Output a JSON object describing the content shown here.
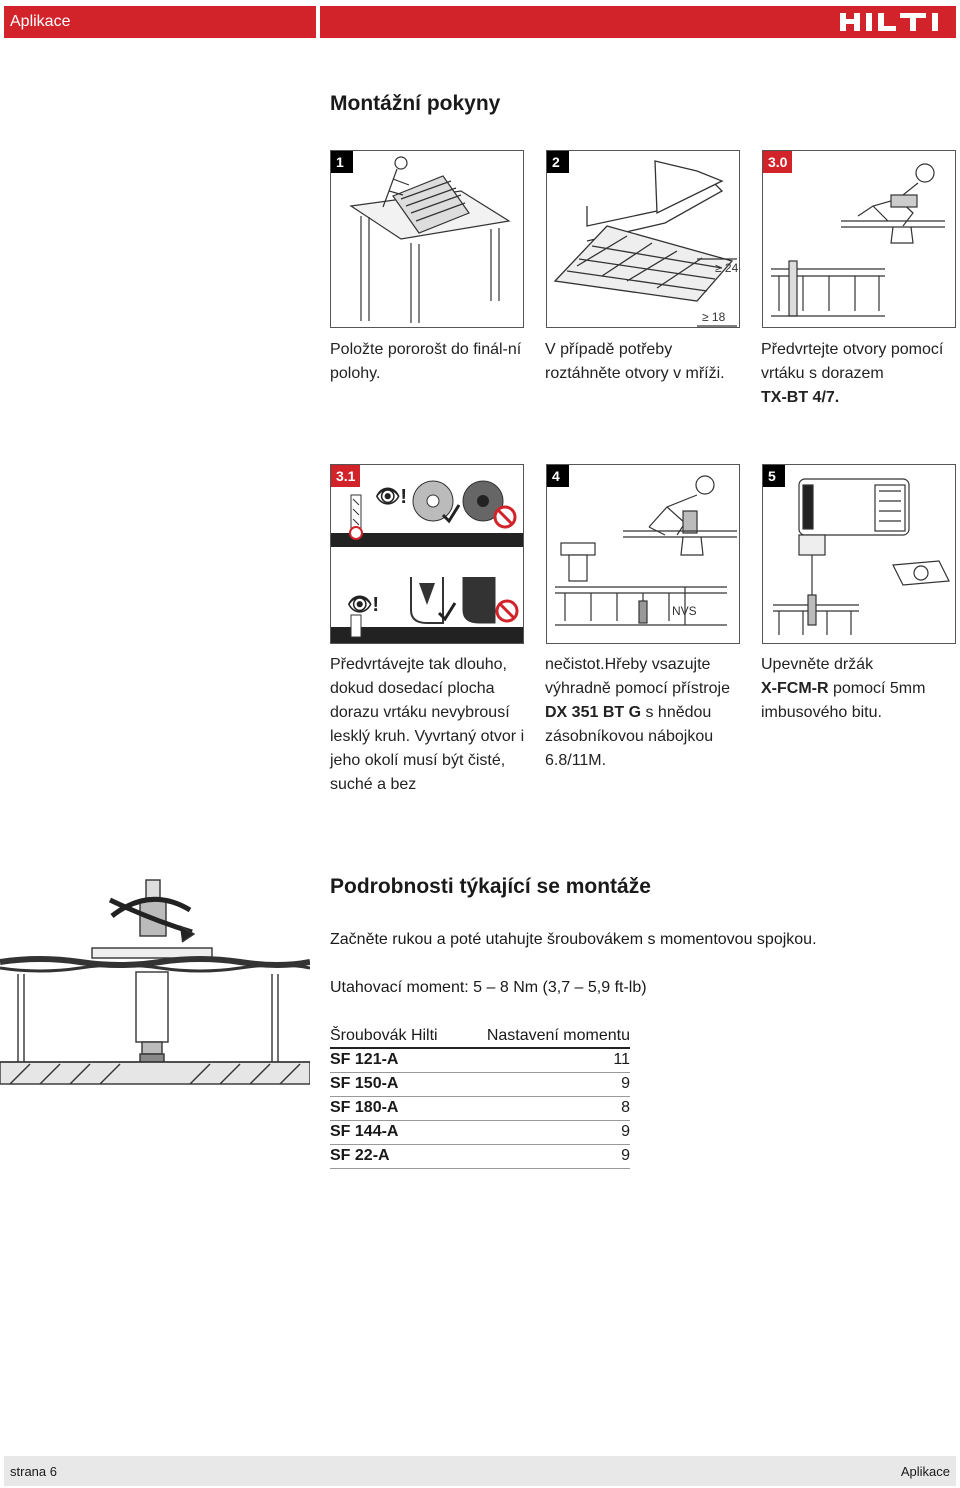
{
  "header": {
    "section": "Aplikace",
    "brand": "HILTI"
  },
  "montage": {
    "title": "Montážní pokyny",
    "steps": [
      {
        "num": "1",
        "caption": "Položte pororošt do finál-ní polohy."
      },
      {
        "num": "2",
        "caption": "V případě potřeby roztáhněte otvory v mříži.",
        "dim1": "≥ 24",
        "dim2": "≥ 18"
      },
      {
        "num": "3.0",
        "caption_a": "Předvrtejte otvory pomocí vrtáku s dorazem",
        "caption_b": "TX-BT 4/7."
      },
      {
        "num": "3.1",
        "caption": "Předvrtávejte tak dlouho, dokud dosedací plocha dorazu vrtáku nevybrousí lesklý kruh. Vyvrtaný otvor i jeho okolí musí být čisté, suché a bez"
      },
      {
        "num": "4",
        "caption_a": "nečistot.Hřeby vsazujte výhradně pomocí přístroje",
        "caption_b": "DX 351 BT G",
        "caption_c": " s hnědou zásobníkovou nábojkou 6.8/11M.",
        "nvs": "NVS"
      },
      {
        "num": "5",
        "caption_a": "Upevněte držák",
        "caption_b": "X-FCM-R",
        "caption_c": " pomocí 5mm imbusového bitu."
      }
    ]
  },
  "details": {
    "title": "Podrobnosti týkající se montáže",
    "p1": "Začněte rukou a poté utahujte šroubovákem s momentovou spojkou.",
    "p2": "Utahovací moment: 5 – 8 Nm (3,7 – 5,9 ft-lb)",
    "table": {
      "headers": [
        "Šroubovák Hilti",
        "Nastavení momentu"
      ],
      "rows": [
        {
          "name": "SF 121-A",
          "value": "11"
        },
        {
          "name": "SF 150-A",
          "value": "9"
        },
        {
          "name": "SF 180-A",
          "value": "8"
        },
        {
          "name": "SF 144-A",
          "value": "9"
        },
        {
          "name": "SF 22-A",
          "value": "9"
        }
      ]
    }
  },
  "footer": {
    "left": "strana 6",
    "right": "Aplikace"
  },
  "colors": {
    "brand_red": "#d2232a",
    "footer_gray": "#e8e8e8"
  }
}
